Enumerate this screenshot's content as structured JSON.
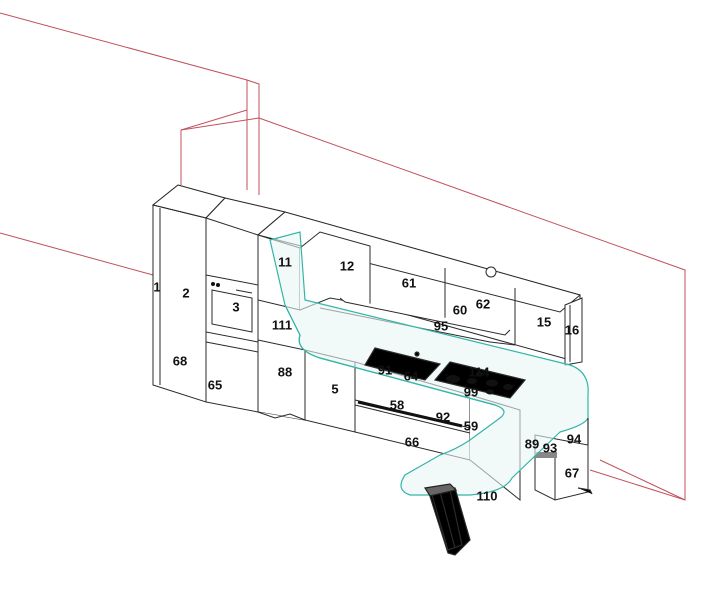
{
  "colors": {
    "wall": "#c0505a",
    "line": "#2a2a2a",
    "glass": "#35b5a8",
    "glass_fill": "#eaf7f5",
    "hob": "#111111"
  },
  "labels": {
    "l1": "1",
    "l2": "2",
    "l3": "3",
    "l5": "5",
    "l11": "11",
    "l12": "12",
    "l15": "15",
    "l16": "16",
    "l58": "58",
    "l59": "59",
    "l60": "60",
    "l61": "61",
    "l62": "62",
    "l64": "64",
    "l65": "65",
    "l66": "66",
    "l67": "67",
    "l68": "68",
    "l88": "88",
    "l89": "89",
    "l91": "91",
    "l92": "92",
    "l93": "93",
    "l94": "94",
    "l95": "95",
    "l99": "99",
    "l110": "110",
    "l111": "111",
    "l114": "114"
  }
}
